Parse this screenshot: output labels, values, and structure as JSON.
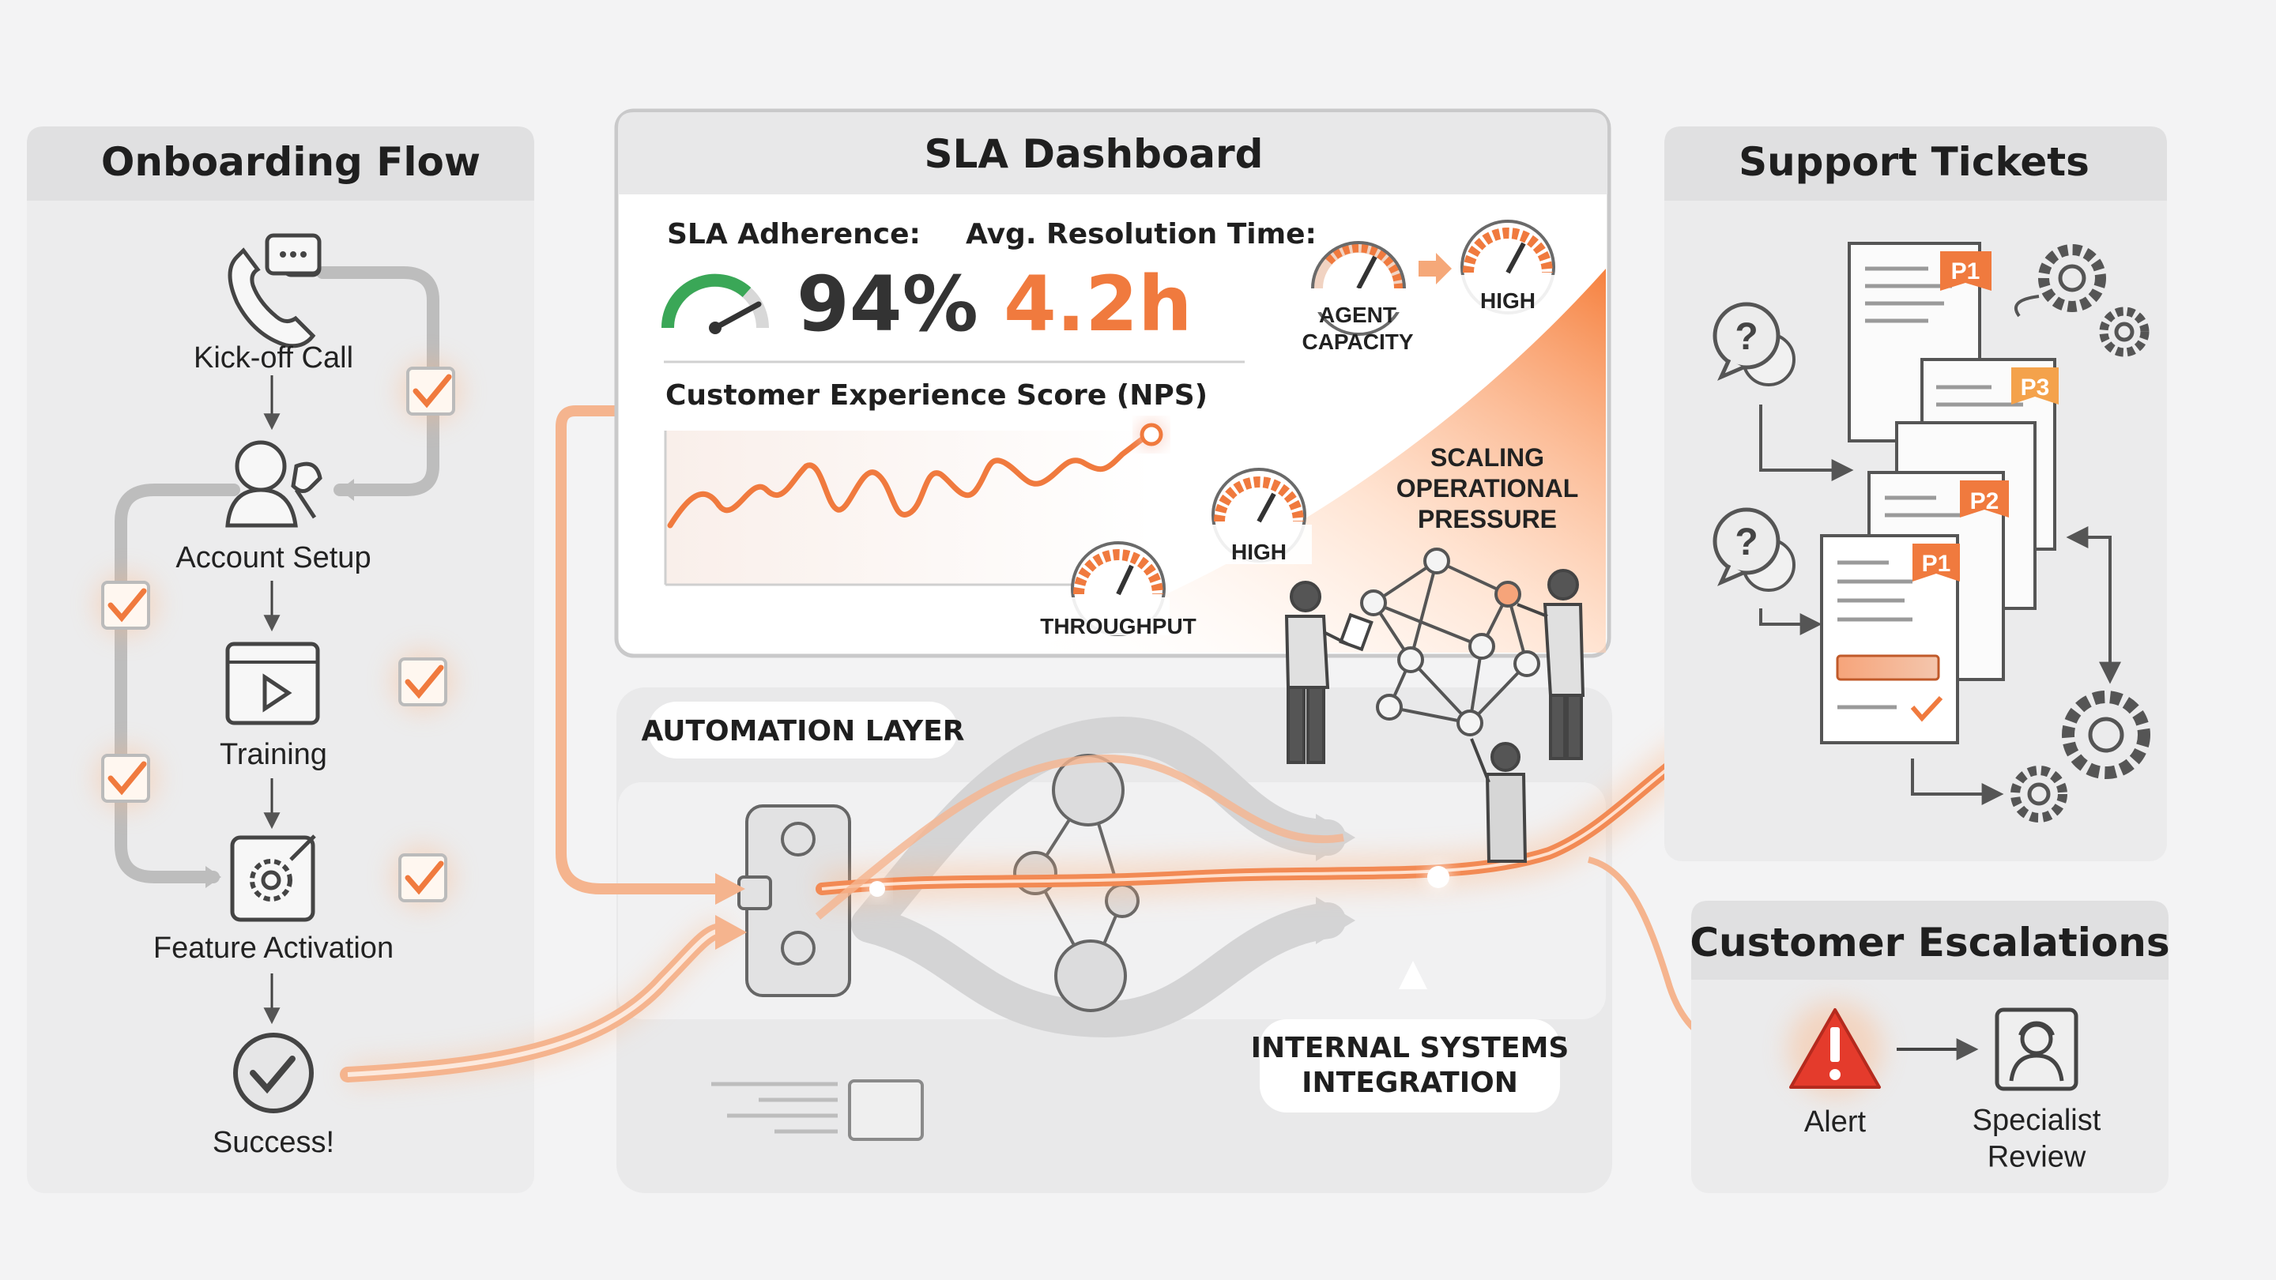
{
  "onboarding": {
    "title": "Onboarding Flow",
    "steps": [
      "Kick-off Call",
      "Account Setup",
      "Training",
      "Feature Activation",
      "Success!"
    ]
  },
  "sla": {
    "title": "SLA Dashboard",
    "adherence_label": "SLA Adherence:",
    "adherence_value": "94%",
    "resolution_label": "Avg. Resolution Time:",
    "resolution_value": "4.2h",
    "nps_label": "Customer Experience Score (NPS)",
    "gauge_agent_capacity": "AGENT\nCAPACITY",
    "gauge_high_top": "HIGH",
    "gauge_high_mid": "HIGH",
    "gauge_throughput": "THROUGHPUT",
    "scaling_label": "SCALING\nOPERATIONAL\nPRESSURE"
  },
  "automation": {
    "layer_label": "AUTOMATION LAYER",
    "integration_label": "INTERNAL SYSTEMS\nINTEGRATION"
  },
  "support": {
    "title": "Support Tickets",
    "priorities": [
      "P1",
      "P3",
      "P2",
      "P1"
    ]
  },
  "escalations": {
    "title": "Customer Escalations",
    "alert_label": "Alert",
    "specialist_label": "Specialist\nReview"
  },
  "colors": {
    "accent": "#f07a3e",
    "accent_light": "#ffb27e",
    "gauge_green": "#3aa757",
    "alert_red": "#e43b2c",
    "panel_header": "#e2e2e3",
    "panel_body": "#ececed"
  }
}
